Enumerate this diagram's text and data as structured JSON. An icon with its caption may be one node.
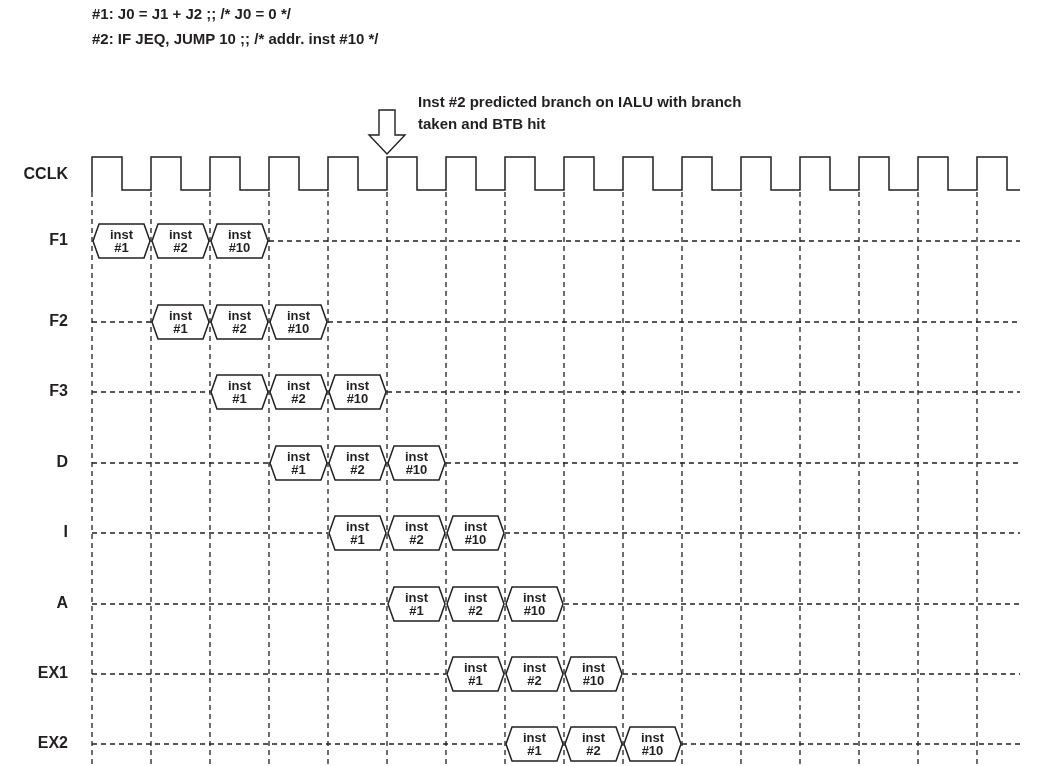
{
  "diagram": {
    "nodes": [
      {
        "text": [
          "inst #1"
        ]
      },
      {
        "text": [
          "inst #2"
        ]
      },
      {
        "text": [
          "inst #10"
        ]
      },
      {
        "text": [
          "inst #1"
        ]
      },
      {
        "text": [
          "inst #2"
        ]
      },
      {
        "text": [
          "inst #10"
        ]
      },
      {
        "text": [
          "inst #1"
        ]
      },
      {
        "text": [
          "inst #2"
        ]
      },
      {
        "text": [
          "inst #10"
        ]
      },
      {
        "text": [
          "inst #1"
        ]
      },
      {
        "text": [
          "inst #2"
        ]
      },
      {
        "text": [
          "inst #10"
        ]
      },
      {
        "text": [
          "inst #1"
        ]
      },
      {
        "text": [
          "inst #2"
        ]
      },
      {
        "text": [
          "inst #10"
        ]
      },
      {
        "text": [
          "inst #1"
        ]
      },
      {
        "text": [
          "inst #2"
        ]
      },
      {
        "text": [
          "inst #10"
        ]
      },
      {
        "text": [
          "inst #1"
        ]
      },
      {
        "text": [
          "inst #2"
        ]
      },
      {
        "text": [
          "inst #10"
        ]
      },
      {
        "text": [
          "inst #1"
        ]
      },
      {
        "text": [
          "inst #2"
        ]
      },
      {
        "text": [
          "inst #10"
        ]
      }
    ],
    "edges": [],
    "labels": [
      "#1: J0 = J1 + J2 ;; /* J0 = 0  */",
      "#2: IF JEQ, JUMP 10 ;; /* addr. inst #10 */",
      "Inst #2 predicted branch on IALU with branch taken and BTB hit",
      "CCLK",
      "F1",
      "F2",
      "F3",
      "D",
      "I",
      "A",
      "EX1",
      "EX2"
    ]
  }
}
